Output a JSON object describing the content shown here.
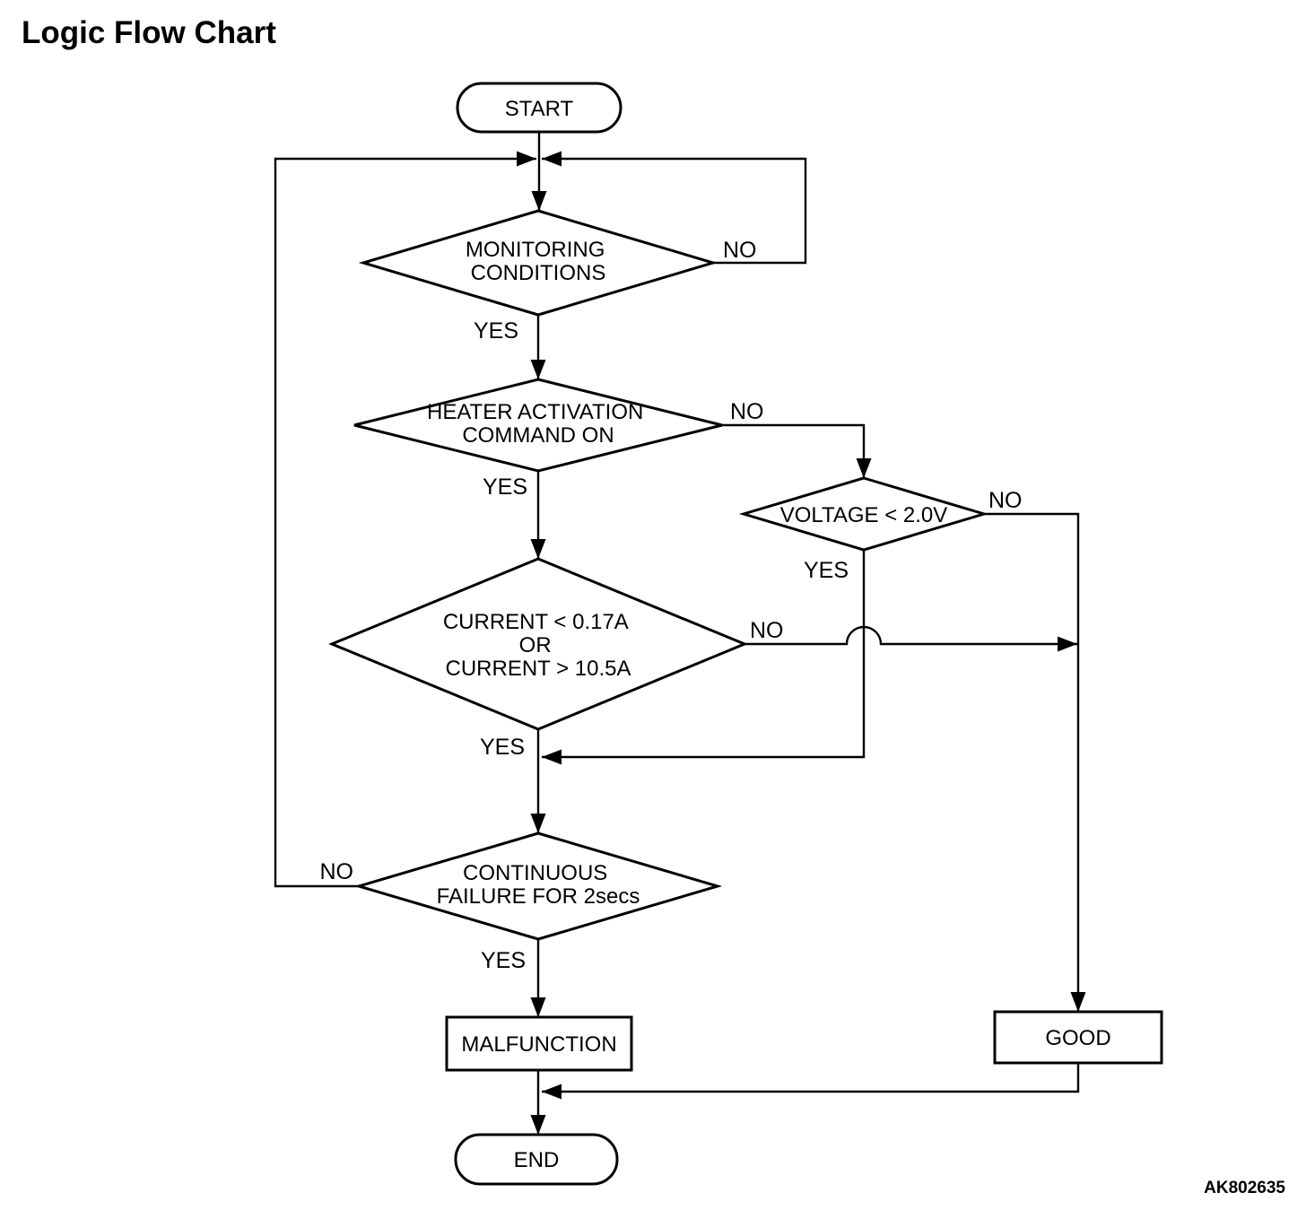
{
  "page": {
    "title": "Logic Flow Chart",
    "figure_code": "AK802635",
    "background_color": "#ffffff",
    "line_color": "#000000"
  },
  "nodes": {
    "start": {
      "type": "terminator",
      "label": "START"
    },
    "monitoring": {
      "type": "decision",
      "lines": [
        "MONITORING",
        "CONDITIONS"
      ]
    },
    "heater": {
      "type": "decision",
      "lines": [
        "HEATER ACTIVATION",
        "COMMAND ON"
      ]
    },
    "voltage": {
      "type": "decision",
      "lines": [
        "VOLTAGE < 2.0V"
      ]
    },
    "current": {
      "type": "decision",
      "lines": [
        "CURRENT < 0.17A",
        "OR",
        "CURRENT > 10.5A"
      ]
    },
    "continuous": {
      "type": "decision",
      "lines": [
        "CONTINUOUS",
        "FAILURE FOR 2secs"
      ]
    },
    "malfunction": {
      "type": "process",
      "label": "MALFUNCTION"
    },
    "good": {
      "type": "process",
      "label": "GOOD"
    },
    "end": {
      "type": "terminator",
      "label": "END"
    }
  },
  "edge_labels": {
    "monitoring_no": "NO",
    "monitoring_yes": "YES",
    "heater_no": "NO",
    "heater_yes": "YES",
    "voltage_no": "NO",
    "voltage_yes": "YES",
    "current_no": "NO",
    "current_yes": "YES",
    "continuous_no": "NO",
    "continuous_yes": "YES"
  }
}
